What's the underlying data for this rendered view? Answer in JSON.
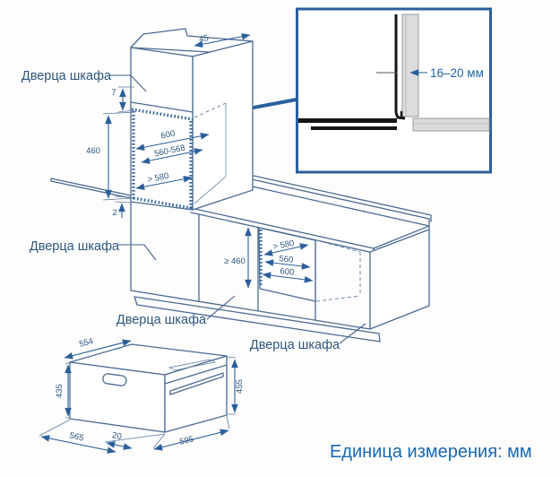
{
  "colors": {
    "line": "#4a6b92",
    "accent": "#2b5f9a",
    "label_text": "#2d567d",
    "inset_border": "#2a5f9e",
    "inset_text": "#1c64ab",
    "footer_text": "#1767b2",
    "panel_gray": "#dcdcdc",
    "detail_black": "#151515",
    "background": "#ffffff"
  },
  "labels": {
    "door_top": "Дверца шкафа",
    "door_left": "Дверца шкафа",
    "door_bottom_center": "Дверца шкафа",
    "door_bottom_right": "Дверца шкафа"
  },
  "inset": {
    "gap": "16–20 мм"
  },
  "upper_cabinet": {
    "top_vent_depth": "45",
    "top_gap": "7",
    "niche_height": "460",
    "opening_width": "600",
    "cutout_width": "560-568",
    "min_depth": "> 580",
    "bottom_gap": "2"
  },
  "base_cabinet": {
    "min_height": "≥ 460",
    "min_depth": "> 580",
    "cutout_width": "560",
    "opening_width": "600"
  },
  "oven": {
    "depth": "554",
    "body_height": "435",
    "front_height": "455",
    "depth_with_door": "565",
    "door_overhang": "20",
    "width": "595"
  },
  "footer": {
    "unit_note": "Единица измерения: мм"
  }
}
